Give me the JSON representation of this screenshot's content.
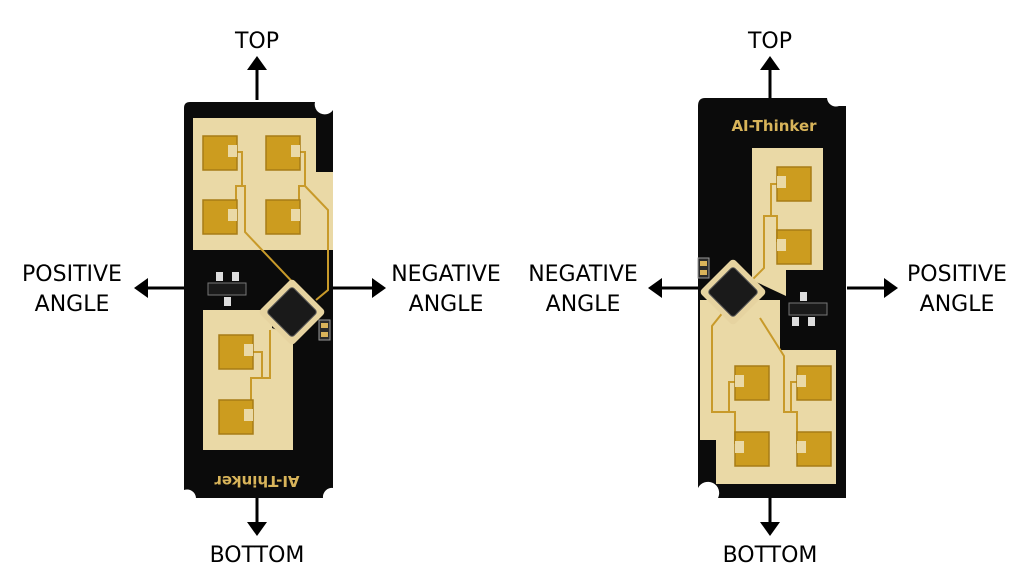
{
  "boards": [
    {
      "brand": "AI-Thinker",
      "labels": {
        "top": "TOP",
        "bottom": "BOTTOM",
        "left": [
          "POSITIVE",
          "ANGLE"
        ],
        "right": [
          "NEGATIVE",
          "ANGLE"
        ]
      }
    },
    {
      "brand": "AI-Thinker",
      "labels": {
        "top": "TOP",
        "bottom": "BOTTOM",
        "left": [
          "NEGATIVE",
          "ANGLE"
        ],
        "right": [
          "POSITIVE",
          "ANGLE"
        ]
      }
    }
  ],
  "colors": {
    "pcb": "#0b0b0b",
    "antenna_area": "#ead9a6",
    "patch": "#cc9c1f",
    "patch_border": "#a77c16",
    "trace": "#c89a2a",
    "arrow": "#000000"
  }
}
